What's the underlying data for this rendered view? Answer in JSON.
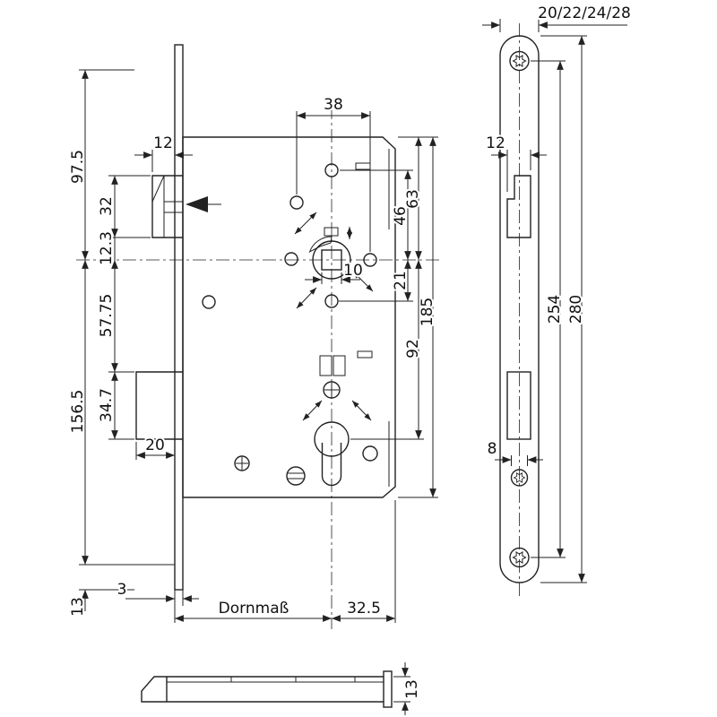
{
  "colors": {
    "background": "#ffffff",
    "lines": "#222222",
    "text": "#111111"
  },
  "front_view": {
    "dims": {
      "hole_span_top": "38",
      "latch_protrusion": "12",
      "plate_top_to_follower": "97.5",
      "follower_to_plate_bottom": "156.5",
      "latch_height": "32",
      "latch_to_follower": "12.3",
      "follower_to_bolt_top": "57.75",
      "bolt_height": "34.7",
      "bolt_throw": "20",
      "plate_bottom_offset": "13",
      "plate_thickness": "3",
      "backset_label": "Dornmaß",
      "follower_to_case_back": "32.5",
      "spindle_square": "10",
      "follower_to_lower_hole": "21",
      "upper_hole_to_follower": "46",
      "case_top_to_follower": "63",
      "follower_to_cylinder": "92",
      "case_height": "185"
    }
  },
  "faceplate_view": {
    "dims": {
      "width_options": "20/22/24/28",
      "latch_cutout_width": "12",
      "screw_hole_width": "8",
      "screw_hole_spacing": "254",
      "plate_length": "280"
    }
  },
  "bottom_view": {
    "dims": {
      "case_thickness": "13"
    }
  }
}
